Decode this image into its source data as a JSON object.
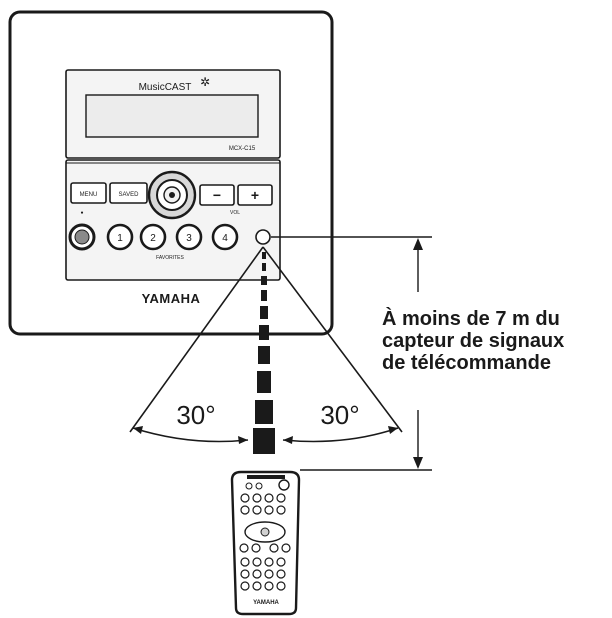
{
  "device": {
    "brand_logo": "MusicCAST",
    "model": "MCX-C15",
    "buttons": {
      "menu": "MENU",
      "saved": "SAVED",
      "vol_minus": "−",
      "vol_plus": "+",
      "vol_label": "VOL",
      "power_mark": "●",
      "favorites": [
        "1",
        "2",
        "3",
        "4"
      ],
      "favorites_label": "FAVORITES"
    },
    "maker_logo": "YAMAHA"
  },
  "annotation": {
    "distance_lines": [
      "À moins de 7 m du",
      "capteur de signaux",
      "de télécommande"
    ],
    "angle_left": "30°",
    "angle_right": "30°"
  },
  "remote": {
    "maker_logo": "YAMAHA"
  },
  "colors": {
    "ink": "#1a1a1a",
    "panel_fill": "#f2f2f2",
    "display_fill": "#ebebeb",
    "background": "#ffffff"
  }
}
